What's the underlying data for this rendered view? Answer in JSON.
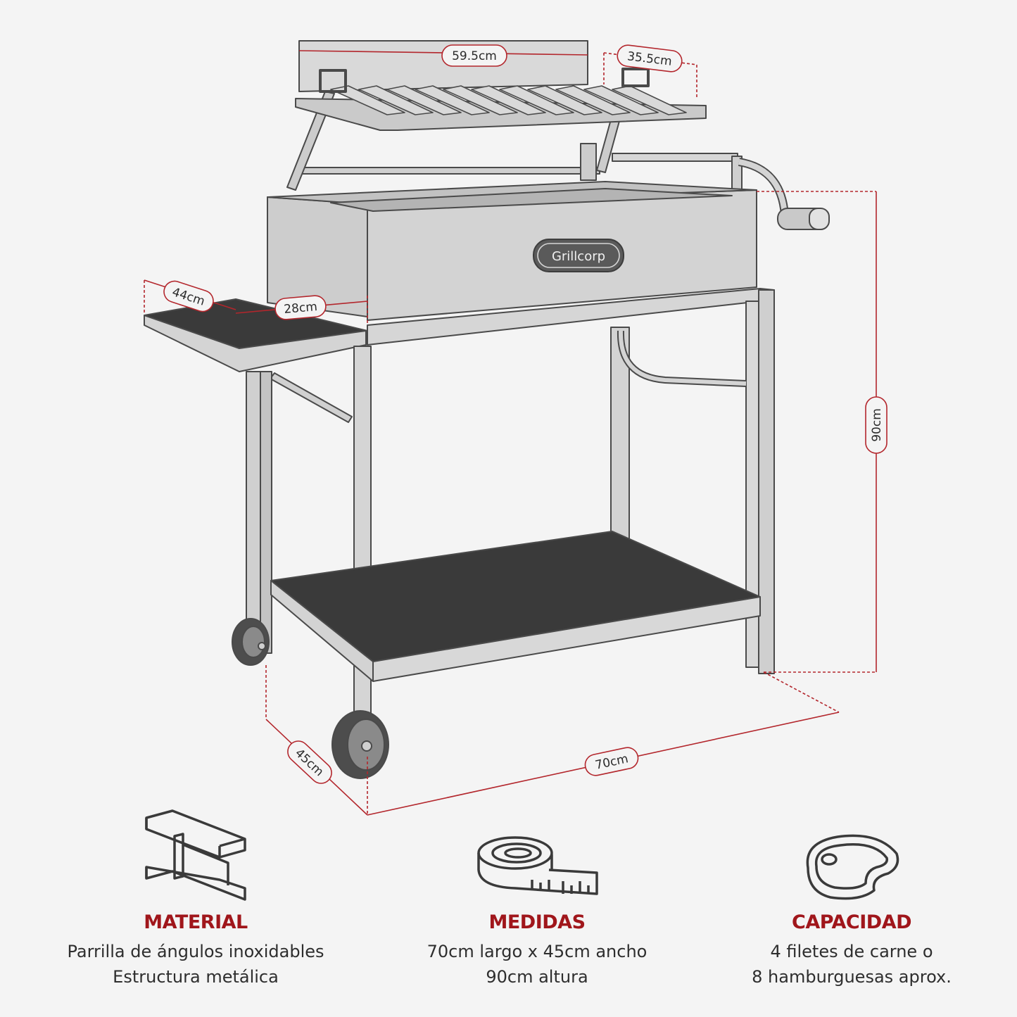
{
  "brand": {
    "logo_text": "Grillcorp"
  },
  "dimensions": {
    "grill_width": "59.5cm",
    "grill_depth": "35.5cm",
    "side_table_depth": "44cm",
    "side_table_width": "28cm",
    "height": "90cm",
    "length": "70cm",
    "width": "45cm"
  },
  "features": [
    {
      "icon": "steel-beam-icon",
      "title": "MATERIAL",
      "lines": [
        "Parrilla de ángulos inoxidables",
        "Estructura metálica"
      ]
    },
    {
      "icon": "tape-measure-icon",
      "title": "MEDIDAS",
      "lines": [
        "70cm largo x 45cm ancho",
        "90cm altura"
      ]
    },
    {
      "icon": "steak-icon",
      "title": "CAPACIDAD",
      "lines": [
        "4 filetes de carne o",
        "8 hamburguesas aprox."
      ]
    }
  ],
  "colors": {
    "accent": "#a0161b",
    "background": "#f4f4f4",
    "metal": "#d2d2d2",
    "shelf": "#3a3a3a",
    "outline": "#4a4a4a"
  }
}
